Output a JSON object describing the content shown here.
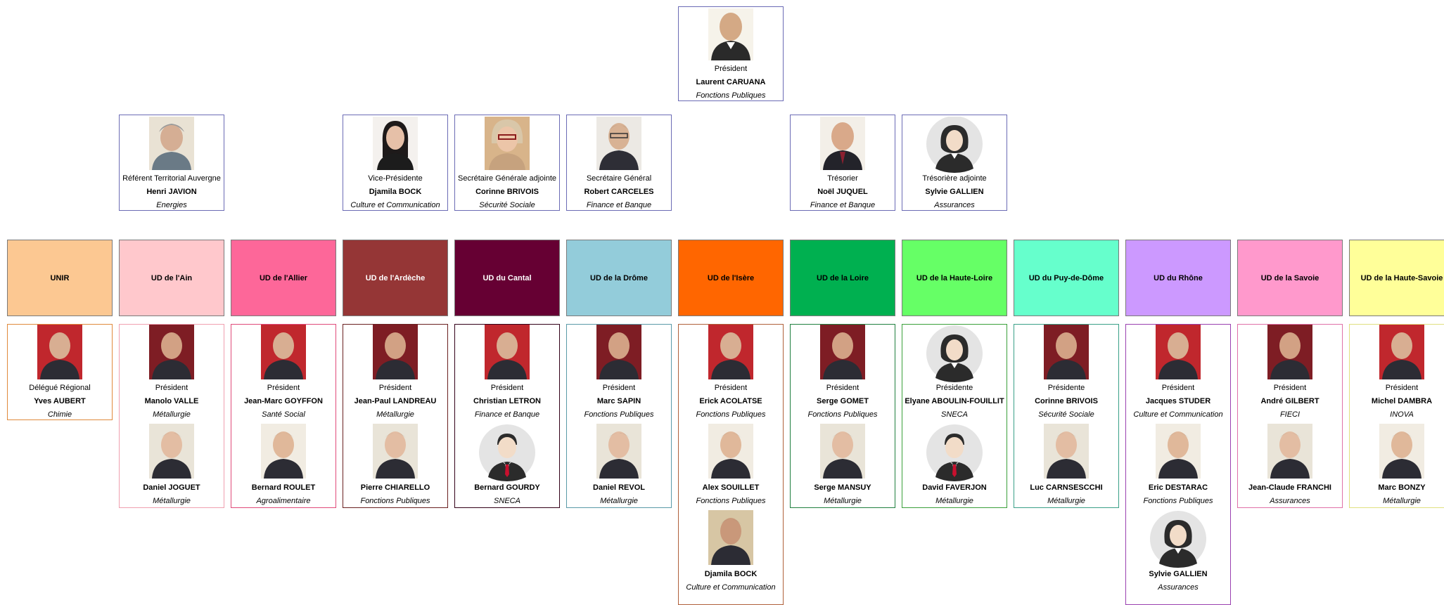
{
  "president": {
    "role": "Président",
    "name": "Laurent CARUANA",
    "federation": "Fonctions Publiques"
  },
  "bureau": [
    {
      "role": "Référent Territorial Auvergne",
      "name": "Henri JAVION",
      "federation": "Energies"
    },
    {
      "role": "Vice-Présidente",
      "name": "Djamila BOCK",
      "federation": "Culture et Communication"
    },
    {
      "role": "Secrétaire Générale adjointe",
      "name": "Corinne BRIVOIS",
      "federation": "Sécurité Sociale"
    },
    {
      "role": "Secrétaire Général",
      "name": "Robert CARCELES",
      "federation": "Finance et Banque"
    },
    {
      "role": "Trésorier",
      "name": "Noël JUQUEL",
      "federation": "Finance et Banque"
    },
    {
      "role": "Trésorière adjointe",
      "name": "Sylvie GALLIEN",
      "federation": "Assurances"
    }
  ],
  "units": [
    {
      "label": "UNIR",
      "color": "#fcc892",
      "border": "#e08a3c",
      "text_color": "#000000",
      "members": [
        {
          "role": "Délégué Régional",
          "name": "Yves AUBERT",
          "federation": "Chimie"
        }
      ]
    },
    {
      "label": "UD de l'Ain",
      "color": "#ffc8cc",
      "border": "#f0a0b0",
      "text_color": "#000000",
      "members": [
        {
          "role": "Président",
          "name": "Manolo VALLE",
          "federation": "Métallurgie"
        },
        {
          "role": "",
          "name": "Daniel JOGUET",
          "federation": "Métallurgie"
        }
      ]
    },
    {
      "label": "UD de l'Allier",
      "color": "#fd6799",
      "border": "#e04a7a",
      "text_color": "#000000",
      "members": [
        {
          "role": "Président",
          "name": "Jean-Marc GOYFFON",
          "federation": "Santé Social"
        },
        {
          "role": "",
          "name": "Bernard ROULET",
          "federation": "Agroalimentaire"
        }
      ]
    },
    {
      "label": "UD de l'Ardèche",
      "color": "#953636",
      "border": "#6a2020",
      "text_color": "#ffffff",
      "members": [
        {
          "role": "Président",
          "name": "Jean-Paul LANDREAU",
          "federation": "Métallurgie"
        },
        {
          "role": "",
          "name": "Pierre CHIARELLO",
          "federation": "Fonctions Publiques"
        }
      ]
    },
    {
      "label": "UD du Cantal",
      "color": "#660033",
      "border": "#330018",
      "text_color": "#ffffff",
      "members": [
        {
          "role": "Président",
          "name": "Christian LETRON",
          "federation": "Finance et Banque"
        },
        {
          "role": "",
          "name": "Bernard GOURDY",
          "federation": "SNECA"
        }
      ]
    },
    {
      "label": "UD de la Drôme",
      "color": "#93ccda",
      "border": "#5a9aa8",
      "text_color": "#000000",
      "members": [
        {
          "role": "Président",
          "name": "Marc SAPIN",
          "federation": "Fonctions Publiques"
        },
        {
          "role": "",
          "name": "Daniel REVOL",
          "federation": "Métallurgie"
        }
      ]
    },
    {
      "label": "UD de l'Isère",
      "color": "#ff6600",
      "border": "#b0603a",
      "text_color": "#000000",
      "members": [
        {
          "role": "Président",
          "name": "Erick ACOLATSE",
          "federation": "Fonctions Publiques"
        },
        {
          "role": "",
          "name": "Alex SOUILLET",
          "federation": "Fonctions Publiques"
        },
        {
          "role": "",
          "name": "Djamila BOCK",
          "federation": "Culture et Communication"
        }
      ]
    },
    {
      "label": "UD de la Loire",
      "color": "#00b050",
      "border": "#208040",
      "text_color": "#000000",
      "members": [
        {
          "role": "Président",
          "name": "Serge GOMET",
          "federation": "Fonctions Publiques"
        },
        {
          "role": "",
          "name": "Serge MANSUY",
          "federation": "Métallurgie"
        }
      ]
    },
    {
      "label": "UD de la Haute-Loire",
      "color": "#66ff66",
      "border": "#3aa03a",
      "text_color": "#000000",
      "members": [
        {
          "role": "Présidente",
          "name": "Elyane ABOULIN-FOUILLIT",
          "federation": "SNECA"
        },
        {
          "role": "",
          "name": "David FAVERJON",
          "federation": "Métallurgie"
        }
      ]
    },
    {
      "label": "UD du Puy-de-Dôme",
      "color": "#66ffcc",
      "border": "#3aa088",
      "text_color": "#000000",
      "members": [
        {
          "role": "Présidente",
          "name": "Corinne BRIVOIS",
          "federation": "Sécurité Sociale"
        },
        {
          "role": "",
          "name": "Luc CARNSESCCHI",
          "federation": "Métallurgie"
        }
      ]
    },
    {
      "label": "UD du Rhône",
      "color": "#cc99ff",
      "border": "#9a40b0",
      "text_color": "#000000",
      "members": [
        {
          "role": "Président",
          "name": "Jacques STUDER",
          "federation": "Culture et Communication"
        },
        {
          "role": "",
          "name": "Eric DESTARAC",
          "federation": "Fonctions Publiques"
        },
        {
          "role": "",
          "name": "Sylvie GALLIEN",
          "federation": "Assurances"
        }
      ]
    },
    {
      "label": "UD de la Savoie",
      "color": "#ff99cc",
      "border": "#e070a8",
      "text_color": "#000000",
      "members": [
        {
          "role": "Président",
          "name": "André GILBERT",
          "federation": "FIECI"
        },
        {
          "role": "",
          "name": "Jean-Claude FRANCHI",
          "federation": "Assurances"
        }
      ]
    },
    {
      "label": "UD de la Haute-Savoie",
      "color": "#ffff99",
      "border": "#e0e080",
      "text_color": "#000000",
      "members": [
        {
          "role": "Président",
          "name": "Michel DAMBRA",
          "federation": "INOVA"
        },
        {
          "role": "",
          "name": "Marc BONZY",
          "federation": "Métallurgie"
        }
      ]
    }
  ]
}
